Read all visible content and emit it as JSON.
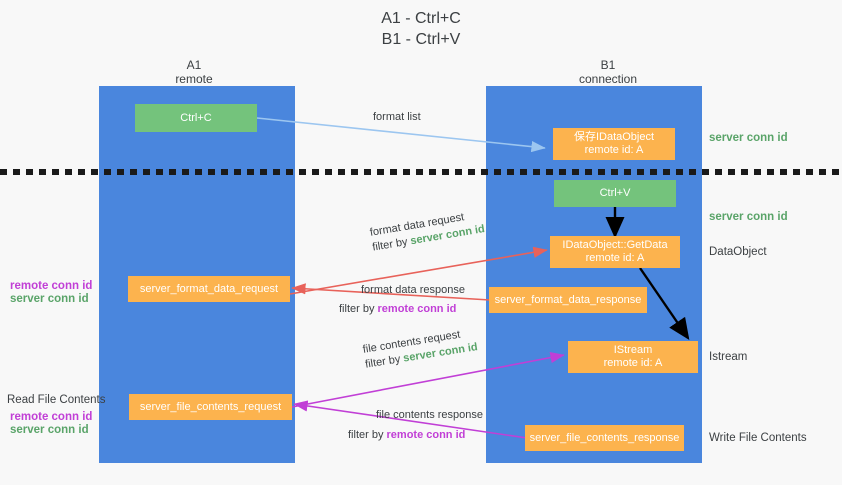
{
  "title": "A1 - Ctrl+C\nB1 - Ctrl+V",
  "colors": {
    "lane": "#4a86dd",
    "green_box": "#74c37c",
    "orange_box": "#fcb34e",
    "server_conn_id": "#5aa469",
    "remote_conn_id": "#c13fd6",
    "arrow_blue": "#9cc6f0",
    "arrow_red": "#e8625a",
    "arrow_magenta": "#c13fd6",
    "arrow_black": "#000000",
    "background": "#f8f8f8",
    "text": "#3c4043"
  },
  "columns": [
    {
      "name": "A1",
      "sub": "remote",
      "header": "A1\nremote"
    },
    {
      "name": "B1",
      "sub": "connection",
      "header": "B1\nconnection"
    }
  ],
  "boxes": {
    "ctrl_c": "Ctrl+C",
    "ctrl_v": "Ctrl+V",
    "save_idataobject": "保存IDataObject\nremote id: A",
    "idataobject_getdata": "IDataObject::GetData\nremote id: A",
    "istream": "IStream\nremote id: A",
    "server_format_data_request": "server_format_data_request",
    "server_format_data_response": "server_format_data_response",
    "server_file_contents_request": "server_file_contents_request",
    "server_file_contents_response": "server_file_contents_response"
  },
  "edges": {
    "format_list": "format list",
    "format_data_request": "format data request",
    "format_data_request_filter_prefix": "filter by ",
    "format_data_request_filter_value": "server conn id",
    "format_data_response": "format data response",
    "format_data_response_filter_prefix": "filter by ",
    "format_data_response_filter_value": "remote conn id",
    "file_contents_request": "file contents request",
    "file_contents_request_filter_prefix": "filter by ",
    "file_contents_request_filter_value": "server conn id",
    "file_contents_response": "file contents response",
    "file_contents_response_filter_prefix": "filter by ",
    "file_contents_response_filter_value": "remote conn id"
  },
  "annotations": {
    "right_server_conn_id_1": "server conn id",
    "right_server_conn_id_2": "server conn id",
    "right_dataobject": "DataObject",
    "right_istream": "Istream",
    "right_write_file_contents": "Write File Contents",
    "left_remote_conn_id_1": "remote conn id",
    "left_server_conn_id_1": "server conn id",
    "left_read_file_contents": "Read File Contents",
    "left_remote_conn_id_2": "remote conn id",
    "left_server_conn_id_2": "server conn id"
  }
}
